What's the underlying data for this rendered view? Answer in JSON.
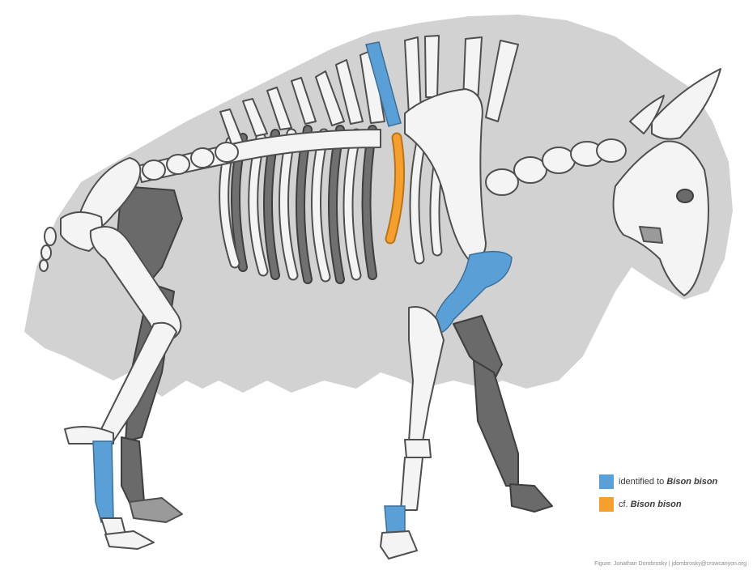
{
  "colors": {
    "silhouette": "#d2d2d2",
    "bone_white": "#f4f4f4",
    "bone_dark": "#6a6a6a",
    "outline": "#4f4f4f",
    "identified": "#5a9fd6",
    "cf": "#f5a02e"
  },
  "legend": {
    "items": [
      {
        "prefix": "identified to ",
        "taxon": "Bison bison",
        "color": "#5a9fd6"
      },
      {
        "prefix": "cf. ",
        "taxon": "Bison bison",
        "color": "#f5a02e"
      }
    ]
  },
  "credit": "Figure: Jonathan Dombrosky | jdombrosky@crowcanyon.org"
}
